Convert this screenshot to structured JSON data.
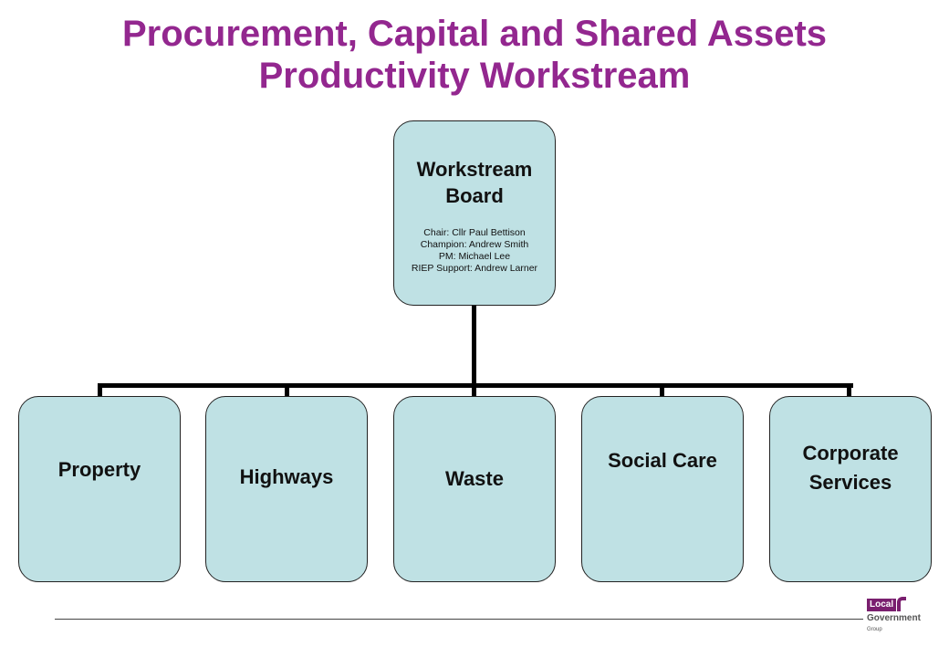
{
  "title": {
    "line1": "Procurement, Capital and Shared Assets",
    "line2": "Productivity Workstream"
  },
  "board": {
    "title_line1": "Workstream",
    "title_line2": "Board",
    "chair": "Chair: Cllr Paul Bettison",
    "champion": "Champion: Andrew Smith",
    "pm": "PM: Michael Lee",
    "riep": "RIEP Support: Andrew Larner"
  },
  "children": [
    {
      "line1": "Property",
      "line2": ""
    },
    {
      "line1": "Highways",
      "line2": ""
    },
    {
      "line1": "Waste",
      "line2": ""
    },
    {
      "line1": "Social Care",
      "line2": ""
    },
    {
      "line1": "Corporate",
      "line2": "Services"
    }
  ],
  "logo": {
    "local": "Local",
    "government": "Government",
    "group": "Group"
  },
  "colors": {
    "title": "#93278f",
    "box_fill": "#bfe1e4",
    "connector": "#000000"
  }
}
